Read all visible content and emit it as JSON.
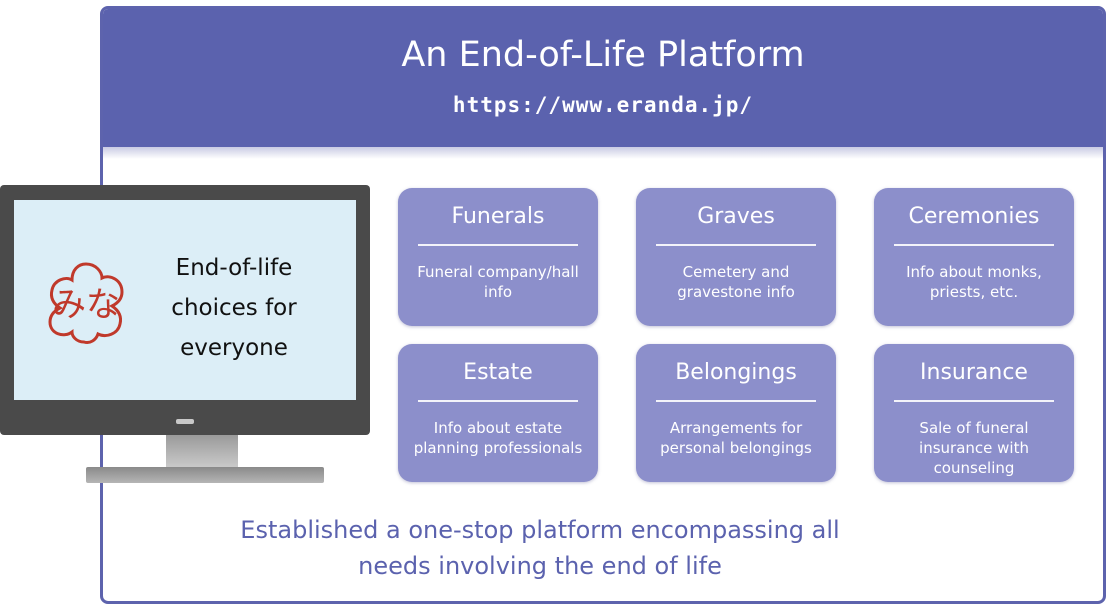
{
  "banner": {
    "title": "An End-of-Life Platform",
    "url": "https://www.eranda.jp/"
  },
  "monitor": {
    "logo_icon": "mina-logo-icon",
    "logo_glyph": "みな",
    "lines": [
      "End-of-life",
      "choices for",
      "everyone"
    ]
  },
  "tiles": [
    {
      "title": "Funerals",
      "desc": "Funeral company/hall info"
    },
    {
      "title": "Graves",
      "desc": "Cemetery and gravestone info"
    },
    {
      "title": "Ceremonies",
      "desc": "Info about monks, priests, etc."
    },
    {
      "title": "Estate",
      "desc": "Info about estate planning professionals"
    },
    {
      "title": "Belongings",
      "desc": "Arrangements for personal belongings"
    },
    {
      "title": "Insurance",
      "desc": "Sale of funeral insurance with counseling"
    }
  ],
  "tagline": {
    "line1": "Established a one-stop platform encompassing all",
    "line2": "needs involving the end of life"
  },
  "colors": {
    "banner": "#5b62ae",
    "tile": "#8c8fcb",
    "tagline": "#5b62ae",
    "logo": "#c0392b"
  }
}
